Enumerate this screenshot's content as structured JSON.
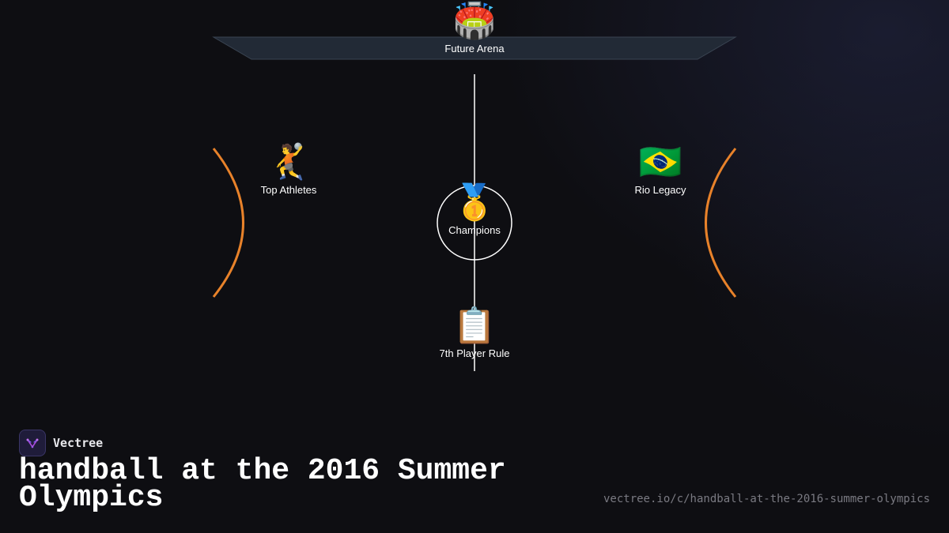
{
  "diagram": {
    "nodes": {
      "arena": {
        "icon": "stadium-icon",
        "emoji": "🏟️",
        "label": "Future Arena"
      },
      "athletes": {
        "icon": "handball-player-icon",
        "emoji": "🤾",
        "label": "Top Athletes"
      },
      "legacy": {
        "icon": "brazil-flag-icon",
        "emoji": "🇧🇷",
        "label": "Rio Legacy"
      },
      "champions": {
        "icon": "gold-medal-icon",
        "emoji": "🥇",
        "label": "Champions"
      },
      "rule": {
        "icon": "clipboard-icon",
        "emoji": "📋",
        "label": "7th Player Rule"
      }
    },
    "colors": {
      "court_lines": "#ffffff",
      "arcs": "#e8822a",
      "arena_fill": "#222a36",
      "arena_stroke": "#3a4452"
    }
  },
  "footer": {
    "brand": "Vectree",
    "title": "handball at the 2016 Summer Olympics",
    "url": "vectree.io/c/handball-at-the-2016-summer-olympics"
  }
}
